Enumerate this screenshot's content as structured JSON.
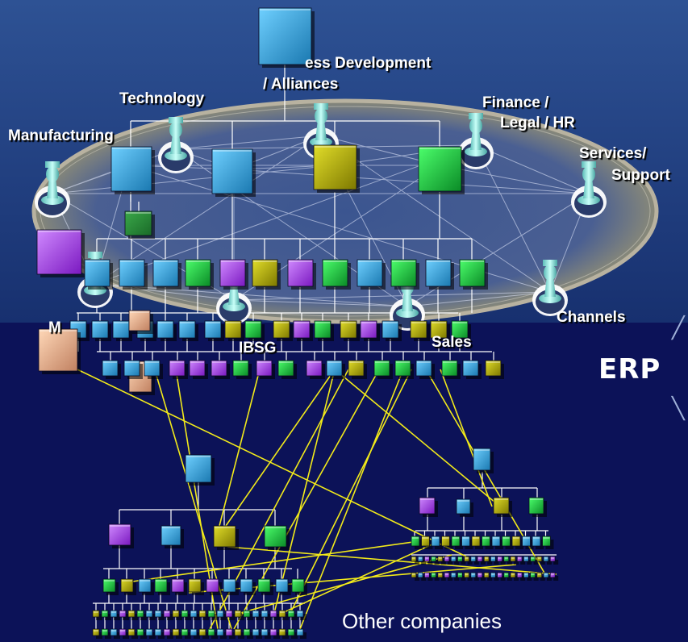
{
  "labels": {
    "business_development": "ess Development",
    "alliances": "/ Alliances",
    "technology": "Technology",
    "finance_line1": "Finance /",
    "finance_line2": "Legal / HR",
    "manufacturing": "Manufacturing",
    "services_line1": "Services/",
    "services_line2": "Support",
    "channels": "Channels",
    "marketing_partial": "M",
    "ibsg": "IBSG",
    "sales_partial": "Sales"
  },
  "erp_label": "ERP",
  "other_companies_label": "Other companies",
  "colors": {
    "sky_top": "#2a4a8e",
    "sky_bottom": "#0d1d6e",
    "lower_bg": "#0c1258",
    "ring_outer": "#b8b2a0",
    "ring_inner": "#4a5f92",
    "connector": "#f2ea1a",
    "blue": "#2aa0d8",
    "green": "#11c43a",
    "purple": "#9a2ee6",
    "olive": "#a8a400",
    "peach": "#e8b08a",
    "chess_piece": "#8fe6e0"
  },
  "icons": [
    "chess-piece-icon",
    "erp-arrow-icon"
  ]
}
